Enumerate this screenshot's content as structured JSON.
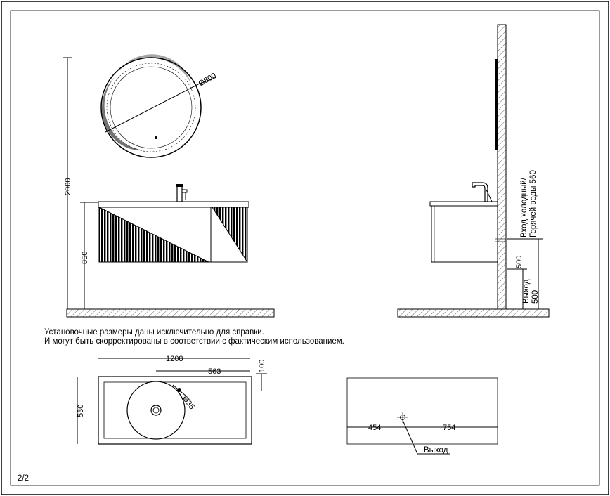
{
  "sheet": {
    "page_label": "2/2"
  },
  "front_view": {
    "mirror_diameter": "Ø800",
    "total_height": "2000",
    "vanity_height": "850"
  },
  "side_view": {
    "inlet_label_line1": "Вход холодный/",
    "inlet_label_line2": "Горячей воды 560",
    "outlet_height": "500",
    "outlet_label_line1": "Выход",
    "outlet_label_line2": "500"
  },
  "notes": {
    "line1": "Установочные размеры даны исключительно для справки.",
    "line2": "И могут быть скорректированы в соответствии с фактическим использованием."
  },
  "top_view": {
    "overall_width": "1208",
    "basin_offset": "563",
    "rear_offset": "100",
    "depth": "530",
    "drain_diameter": "Ø35"
  },
  "wall_view": {
    "left_dim": "454",
    "right_dim": "754",
    "outlet_label": "Выход"
  }
}
